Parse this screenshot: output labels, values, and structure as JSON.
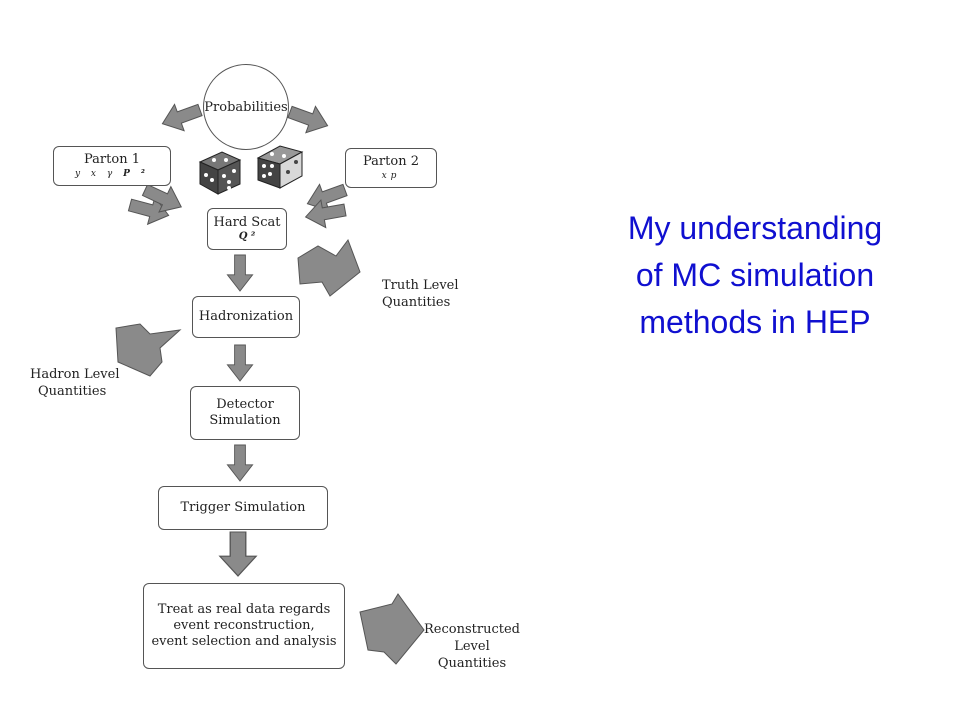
{
  "caption": {
    "line1": "My understanding",
    "line2": "of MC simulation",
    "line3": "methods in HEP"
  },
  "flow": {
    "probabilities": "Probabilities",
    "parton1": {
      "title": "Parton 1",
      "vars": "y  x",
      "gamma": "γ",
      "p2": "P ²"
    },
    "parton2": {
      "title": "Parton 2",
      "vars": "x",
      "sub": "p"
    },
    "hard_scat": {
      "title": "Hard Scat",
      "var": "Q ²"
    },
    "hadronization": "Hadronization",
    "detector": {
      "line1": "Detector",
      "line2": "Simulation"
    },
    "trigger": "Trigger Simulation",
    "treat": {
      "line1": "Treat as real data regards",
      "line2": "event reconstruction,",
      "line3": "event selection and analysis"
    }
  },
  "outputs": {
    "truth": {
      "line1": "Truth Level",
      "line2": "Quantities"
    },
    "hadron": {
      "line1": "Hadron Level",
      "line2": "Quantities"
    },
    "reco": {
      "line1": "Reconstructed",
      "line2": "Level",
      "line3": "Quantities"
    }
  },
  "colors": {
    "caption": "#1010d0",
    "arrow_fill": "#8a8a8a",
    "arrow_stroke": "#555555",
    "die_dark": "#555555",
    "die_light": "#d8d8d8"
  },
  "icons": [
    "dice-icon",
    "dice-icon"
  ]
}
